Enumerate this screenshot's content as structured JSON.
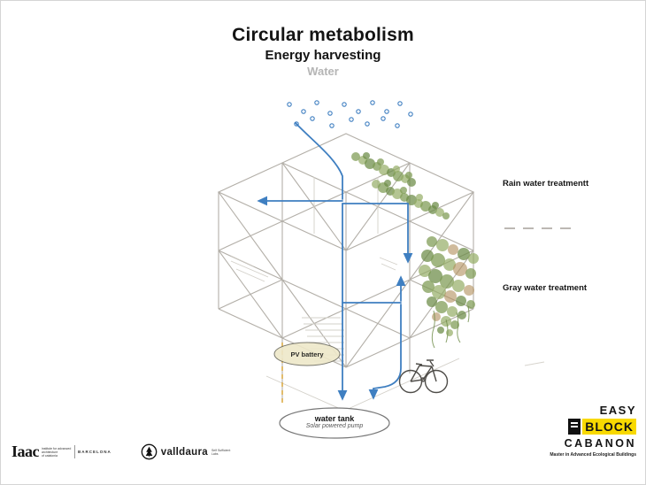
{
  "page": {
    "title": "Circular metabolism",
    "subtitle": "Energy harvesting",
    "tagline": "Water"
  },
  "annotations": {
    "rain_label": "Rain water treatmentt",
    "gray_label": "Gray water treatment",
    "pv_label": "PV battery",
    "tank_label": "water tank",
    "tank_sublabel": "Solar powered pump"
  },
  "footer": {
    "iaac": {
      "wordmark": "Iaac",
      "desc_lines": [
        "institute for advanced",
        "architecture",
        "of catalonia"
      ],
      "city": "BARCELONA"
    },
    "valldaura": {
      "wordmark": "valldaura",
      "desc_lines": [
        "Self Sufficient",
        "Labs"
      ]
    },
    "easyblock": {
      "line1": "EASY",
      "line2": "BLOCK",
      "line3": "CABANON",
      "tagline": "Master in Advanced Ecological Buildings"
    }
  },
  "colors": {
    "water": "#3f7fc1",
    "accentYellow": "#f8d900",
    "veg1": "#7d9a52",
    "veg2": "#94ad65",
    "veg3": "#6b8a45",
    "brown": "#b08e5a",
    "line": "#b3afa8",
    "muted": "#b5b5b5",
    "dashedOrange": "#dca93f"
  }
}
